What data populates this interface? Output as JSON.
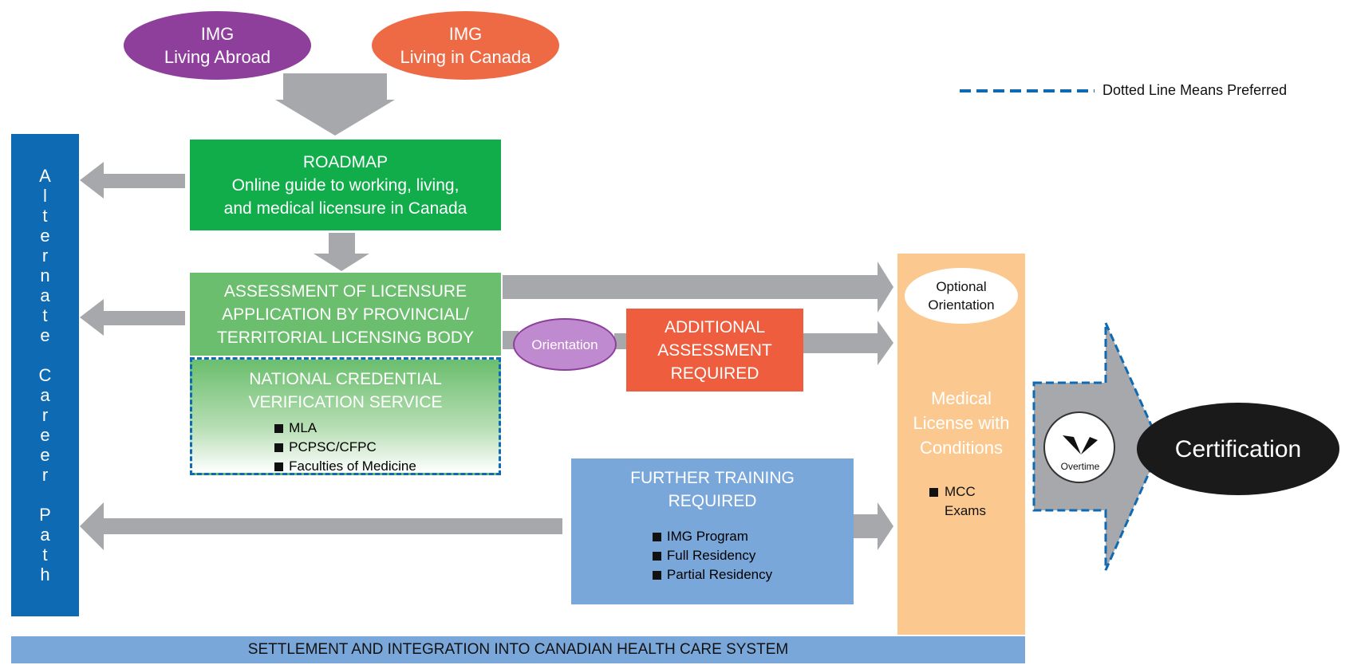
{
  "start": {
    "abroad_line1": "IMG",
    "abroad_line2": "Living Abroad",
    "canada_line1": "IMG",
    "canada_line2": "Living in Canada"
  },
  "legend": {
    "text": "Dotted Line Means Preferred"
  },
  "roadmap": {
    "title": "ROADMAP",
    "line1": "Online guide to working, living,",
    "line2": "and medical licensure in Canada"
  },
  "assessment": {
    "line1": "ASSESSMENT OF LICENSURE",
    "line2": "APPLICATION BY PROVINCIAL/",
    "line3": "TERRITORIAL LICENSING BODY"
  },
  "credential": {
    "line1": "NATIONAL CREDENTIAL",
    "line2": "VERIFICATION SERVICE",
    "items": [
      "MLA",
      "PCPSC/CFPC",
      "Faculties of Medicine"
    ]
  },
  "orientation": {
    "label": "Orientation"
  },
  "additional": {
    "line1": "ADDITIONAL",
    "line2": "ASSESSMENT",
    "line3": "REQUIRED"
  },
  "further": {
    "line1": "FURTHER TRAINING",
    "line2": "REQUIRED",
    "items": [
      "IMG Program",
      "Full Residency",
      "Partial Residency"
    ]
  },
  "license": {
    "optional_line1": "Optional",
    "optional_line2": "Orientation",
    "line1": "Medical",
    "line2": "License with",
    "line3": "Conditions",
    "item1": "MCC",
    "item2": "Exams"
  },
  "overtime": {
    "label": "Overtime"
  },
  "certification": {
    "label": "Certification"
  },
  "alternate": {
    "letters": [
      "A",
      "l",
      "t",
      "e",
      "r",
      "n",
      "a",
      "t",
      "e",
      "",
      "C",
      "a",
      "r",
      "e",
      "e",
      "r",
      "",
      "P",
      "a",
      "t",
      "h"
    ]
  },
  "settlement": {
    "label": "SETTLEMENT AND INTEGRATION INTO CANADIAN HEALTH CARE SYSTEM"
  },
  "colors": {
    "purple": "#8e3f9c",
    "orange": "#ee6a45",
    "green": "#11ad4b",
    "light_green": "#6abe6d",
    "blue_dark": "#0f6ab4",
    "blue_light": "#7aa7da",
    "red": "#ee5d3e",
    "peach": "#fbc98f",
    "gray": "#a6a8ab"
  }
}
